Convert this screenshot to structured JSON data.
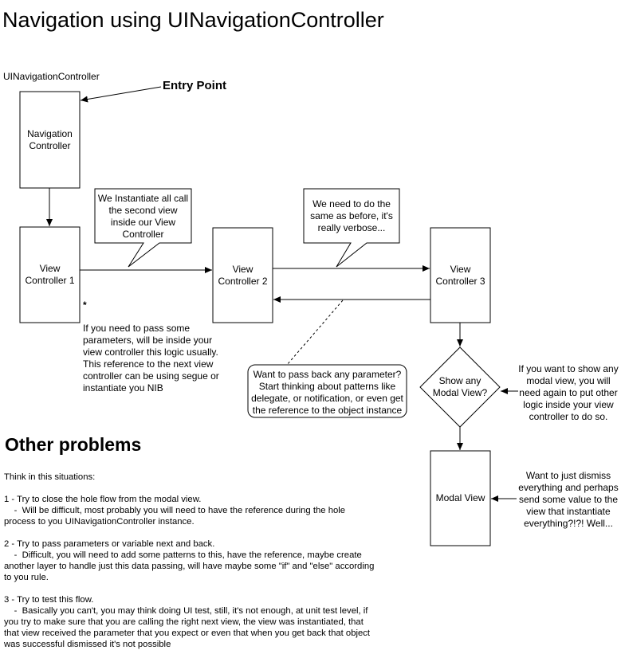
{
  "title": "Navigation using UINavigationController",
  "container_label": "UINavigationController",
  "entry_point": "Entry Point",
  "boxes": {
    "nav": "Navigation Controller",
    "vc1": "View Controller 1",
    "vc2": "View Controller 2",
    "vc3": "View Controller 3",
    "decision": "Show any Modal View?",
    "modal": "Modal View"
  },
  "callouts": {
    "instantiate": "We Instantiate all call the second view inside our View Controller",
    "verbose": "We need to do the same as before, it's really verbose...",
    "pass_back": "Want to pass back any parameter? Start thinking about patterns like delegate, or notification, or even get the reference to the object instance"
  },
  "notes": {
    "asterisk": "*",
    "vc1_note": "If you need to pass some parameters, will be inside your view controller this logic usually. This reference to the next view controller can be using segue or instantiate you NIB",
    "modal_note": "If you want to show any modal view, you will need again to put other logic inside your view controller to do so.",
    "dismiss_note": "Want to just dismiss everything and perhaps send some value to the view that instantiate everything?!?! Well..."
  },
  "other_problems": {
    "heading": "Other problems",
    "lines": [
      "Think in this situations:",
      "",
      "1 - Try to close the hole flow from the modal view.",
      "    -  Will be difficult, most probably you will need to have the reference during the hole process to you UINavigationController instance.",
      "",
      "2 - Try to pass parameters or variable next and back.",
      "    -  Difficult, you will need to add some patterns to this, have the reference, maybe create another layer to handle just this data passing, will have maybe some \"if\" and \"else\" according to you rule.",
      "",
      "3 - Try to test this flow.",
      "    -  Basically you can't, you may think doing UI test, still, it's not enough, at unit test level, if you try to make sure that you are calling the right next view, the view was instantiated, that that view received the parameter that you expect or even that when you get back that object was successful dismissed it's not possible"
    ]
  }
}
